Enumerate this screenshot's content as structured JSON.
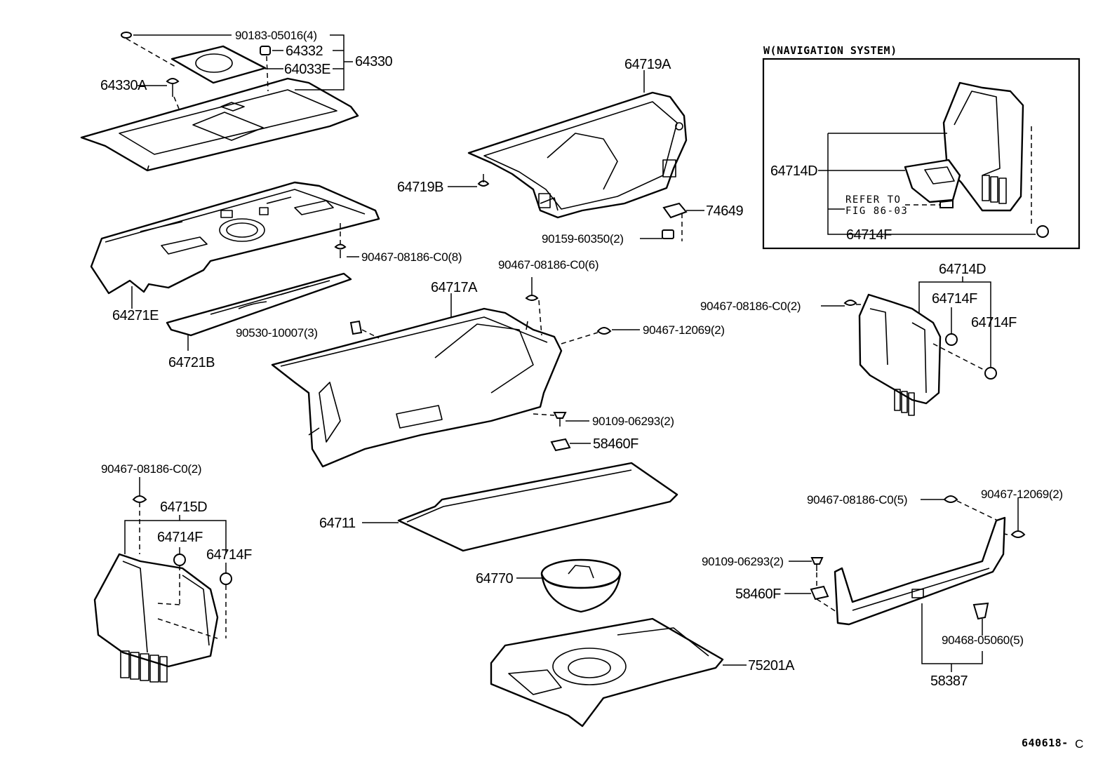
{
  "labels": {
    "p_90183_05016": "90183-05016(4)",
    "p_64332": "64332",
    "p_64033E": "64033E",
    "p_64330": "64330",
    "p_64330A": "64330A",
    "p_64719A": "64719A",
    "p_64719B": "64719B",
    "p_74649": "74649",
    "p_90159_60350": "90159-60350(2)",
    "p_90467_08186_8": "90467-08186-C0(8)",
    "p_64271E": "64271E",
    "p_90467_08186_6": "90467-08186-C0(6)",
    "p_64717A": "64717A",
    "p_90530_10007": "90530-10007(3)",
    "p_90467_12069_a": "90467-12069(2)",
    "p_64721B": "64721B",
    "p_90109_06293_a": "90109-06293(2)",
    "p_58460F_a": "58460F",
    "p_64711": "64711",
    "p_64770": "64770",
    "p_75201A": "75201A",
    "p_90467_08186_2a": "90467-08186-C0(2)",
    "p_64715D": "64715D",
    "p_64714F_l1": "64714F",
    "p_64714F_l2": "64714F",
    "p_90467_08186_2b": "90467-08186-C0(2)",
    "p_64714D_r": "64714D",
    "p_64714F_r1": "64714F",
    "p_64714F_r2": "64714F",
    "p_90467_08186_5": "90467-08186-C0(5)",
    "p_90467_12069_b": "90467-12069(2)",
    "p_90109_06293_b": "90109-06293(2)",
    "p_58460F_b": "58460F",
    "p_90468_05060": "90468-05060(5)",
    "p_58387": "58387",
    "nav_title": "W(NAVIGATION SYSTEM)",
    "nav_64714D": "64714D",
    "nav_refer_1": "REFER TO",
    "nav_refer_2": "FIG 86-03",
    "nav_64714F": "64714F",
    "figure_code": "640618-",
    "figure_code_suffix": "C"
  }
}
